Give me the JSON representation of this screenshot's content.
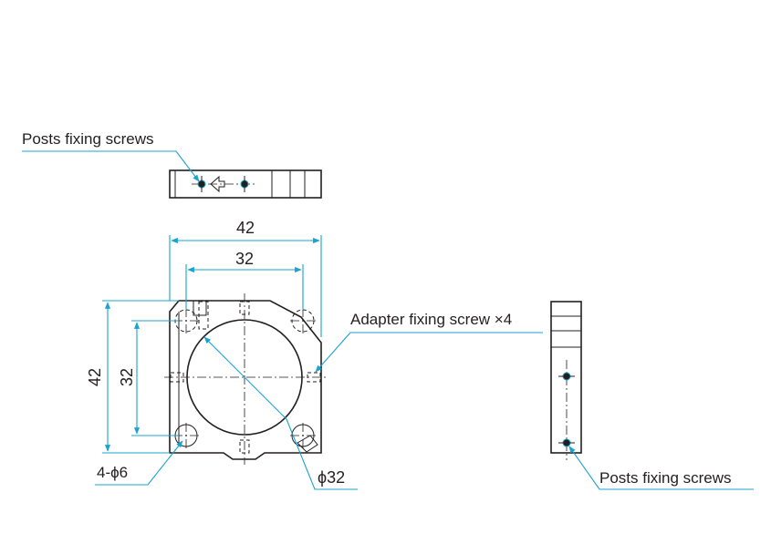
{
  "labels": {
    "posts_fixing_top": "Posts fixing screws",
    "posts_fixing_right": "Posts fixing screws",
    "adapter_fixing": "Adapter fixing screw ×4",
    "holes": "4-ϕ6",
    "bore": "ϕ32"
  },
  "dimensions": {
    "outer_width": "42",
    "hole_pitch_x": "32",
    "outer_height": "42",
    "hole_pitch_y": "32"
  },
  "colors": {
    "line": "#231f20",
    "dimension": "#1aa3cf"
  }
}
